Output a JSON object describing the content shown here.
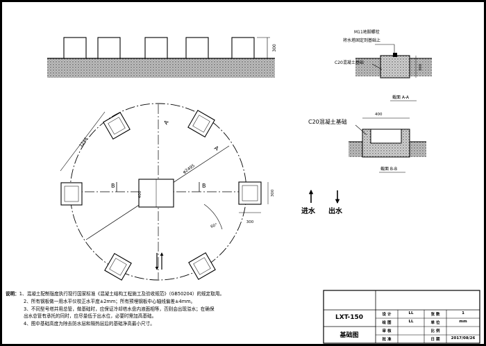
{
  "plan": {
    "dim_radius": "1248",
    "dim_diameter": "φ2495",
    "section_label": "B",
    "section_mark": "A",
    "dim_center": "400",
    "dim_pad_right": "300",
    "dim_pad_right_bottom": "300",
    "dim_angle": "60°"
  },
  "elevation": {
    "dim_height": "300"
  },
  "section_aa": {
    "anchor_label": "M11地脚螺栓",
    "anchor_label2": "将水塔固定到基础上",
    "concrete_label": "C20混凝土基础",
    "dim_height": "300",
    "title": "截面 A-A"
  },
  "section_bb": {
    "concrete_label": "C20混凝土基础",
    "dim_width": "400",
    "title": "截面 B-B"
  },
  "flow": {
    "inlet": "进水",
    "outlet": "出水"
  },
  "notes": {
    "label": "说明：",
    "items": [
      "1、混凝土配制强度执行现行国家标准《混凝土结构工程施工及验收规范》（GB50204）的规定取用。",
      "2、所有钢板做一用水平仪校正水平度±2mm；所有预埋钢板中心轴线偏差±4mm。",
      "3、不同型号塔并用总管，做基础时，应保证冷却塔水盘内液面相等，否则会出现溢水；在确保",
      "   出水总管有承托的同时，应尽量低于出水位，必要时需加高基础。",
      "4、图中基础高度为除去防水层和隔热层后的基础净高最小尺寸。"
    ]
  },
  "title_block": {
    "code": "LXT-150",
    "name": "基础图",
    "rows": [
      [
        "设 计",
        "LL",
        "张 数",
        "1"
      ],
      [
        "绘 图",
        "LL",
        "单 位",
        "mm"
      ],
      [
        "审 核",
        "",
        "比 例",
        ""
      ],
      [
        "批 准",
        "",
        "日 期",
        "2017/08/26"
      ]
    ]
  }
}
